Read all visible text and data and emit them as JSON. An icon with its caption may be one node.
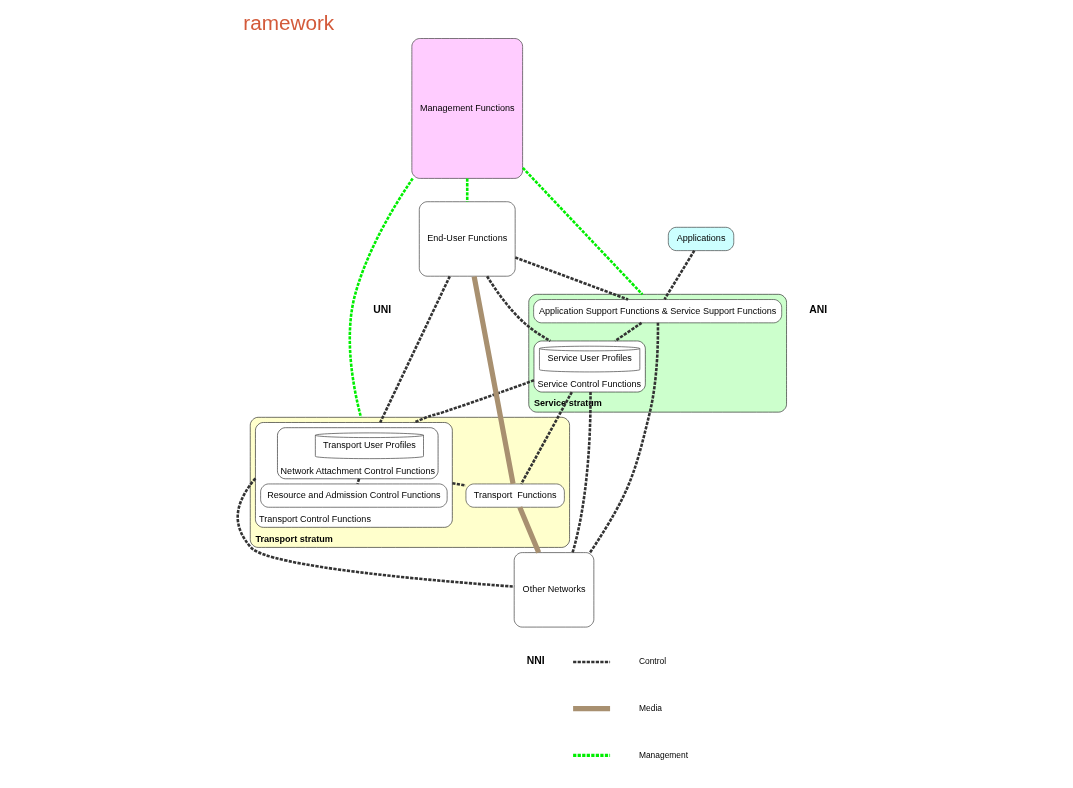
{
  "diagram": {
    "title": "ramework",
    "nodes": [
      {
        "text": [
          "Applications"
        ]
      },
      {
        "text": [
          "Management Functions"
        ]
      },
      {
        "text": [
          "Service stratum"
        ]
      },
      {
        "text": [
          "Application Support Functions & Service Support Functions"
        ],
        "in": 2
      },
      {
        "text": [
          "Service Control Functions"
        ],
        "in": 2
      },
      {
        "text": [
          "Service User Profiles"
        ],
        "in": 4
      },
      {
        "text": [
          "Transport stratum"
        ]
      },
      {
        "text": [
          "Transport Control Functions"
        ],
        "in": 6
      },
      {
        "text": [
          "Network Attachment Control Functions"
        ],
        "in": 7
      },
      {
        "text": [
          "Transport User Profiles"
        ],
        "in": 8
      },
      {
        "text": [
          "Resource and Admission Control Functions"
        ],
        "in": 7
      },
      {
        "text": [
          "Transport  Functions"
        ],
        "in": 6
      },
      {
        "text": [
          "End-User Functions"
        ]
      },
      {
        "text": [
          "Other Networks"
        ]
      }
    ],
    "edges": [
      {
        "from": 0,
        "to": 3,
        "arrow": "none",
        "style": "dashed"
      },
      {
        "from": 3,
        "to": 4,
        "arrow": "none",
        "style": "dashed"
      },
      {
        "from": 4,
        "to": 7,
        "arrow": "none",
        "style": "dashed"
      },
      {
        "from": 7,
        "to": 11,
        "arrow": "none",
        "style": "dashed"
      },
      {
        "from": 8,
        "to": 10,
        "arrow": "none",
        "style": "dashed"
      },
      {
        "from": 12,
        "to": 3,
        "arrow": "none",
        "style": "dashed"
      },
      {
        "from": 12,
        "to": 4,
        "arrow": "none",
        "style": "dashed"
      },
      {
        "from": 12,
        "to": 7,
        "arrow": "none",
        "style": "dashed"
      },
      {
        "from": 3,
        "to": 13,
        "arrow": "none",
        "style": "dashed"
      },
      {
        "from": 4,
        "to": 13,
        "arrow": "none",
        "style": "dashed"
      },
      {
        "from": 4,
        "to": 11,
        "arrow": "none",
        "style": "dashed"
      },
      {
        "from": 7,
        "to": 13,
        "arrow": "none",
        "style": "dashed"
      },
      {
        "from": 12,
        "to": 11,
        "arrow": "none",
        "style": "thick",
        "color": "#a89070"
      },
      {
        "from": 11,
        "to": 13,
        "arrow": "none",
        "style": "thick",
        "color": "#a89070"
      },
      {
        "from": 1,
        "to": 2,
        "arrow": "none",
        "style": "dashed",
        "color": "#00ee00"
      },
      {
        "from": 1,
        "to": 12,
        "arrow": "none",
        "style": "dashed",
        "color": "#00ee00"
      },
      {
        "from": 1,
        "to": 6,
        "arrow": "none",
        "style": "dashed",
        "color": "#00ee00"
      }
    ],
    "labels": [
      "ANI",
      "UNI",
      "NNI"
    ],
    "legend": [
      {
        "text": "Control"
      },
      {
        "text": "Media"
      },
      {
        "text": "Management"
      }
    ]
  }
}
